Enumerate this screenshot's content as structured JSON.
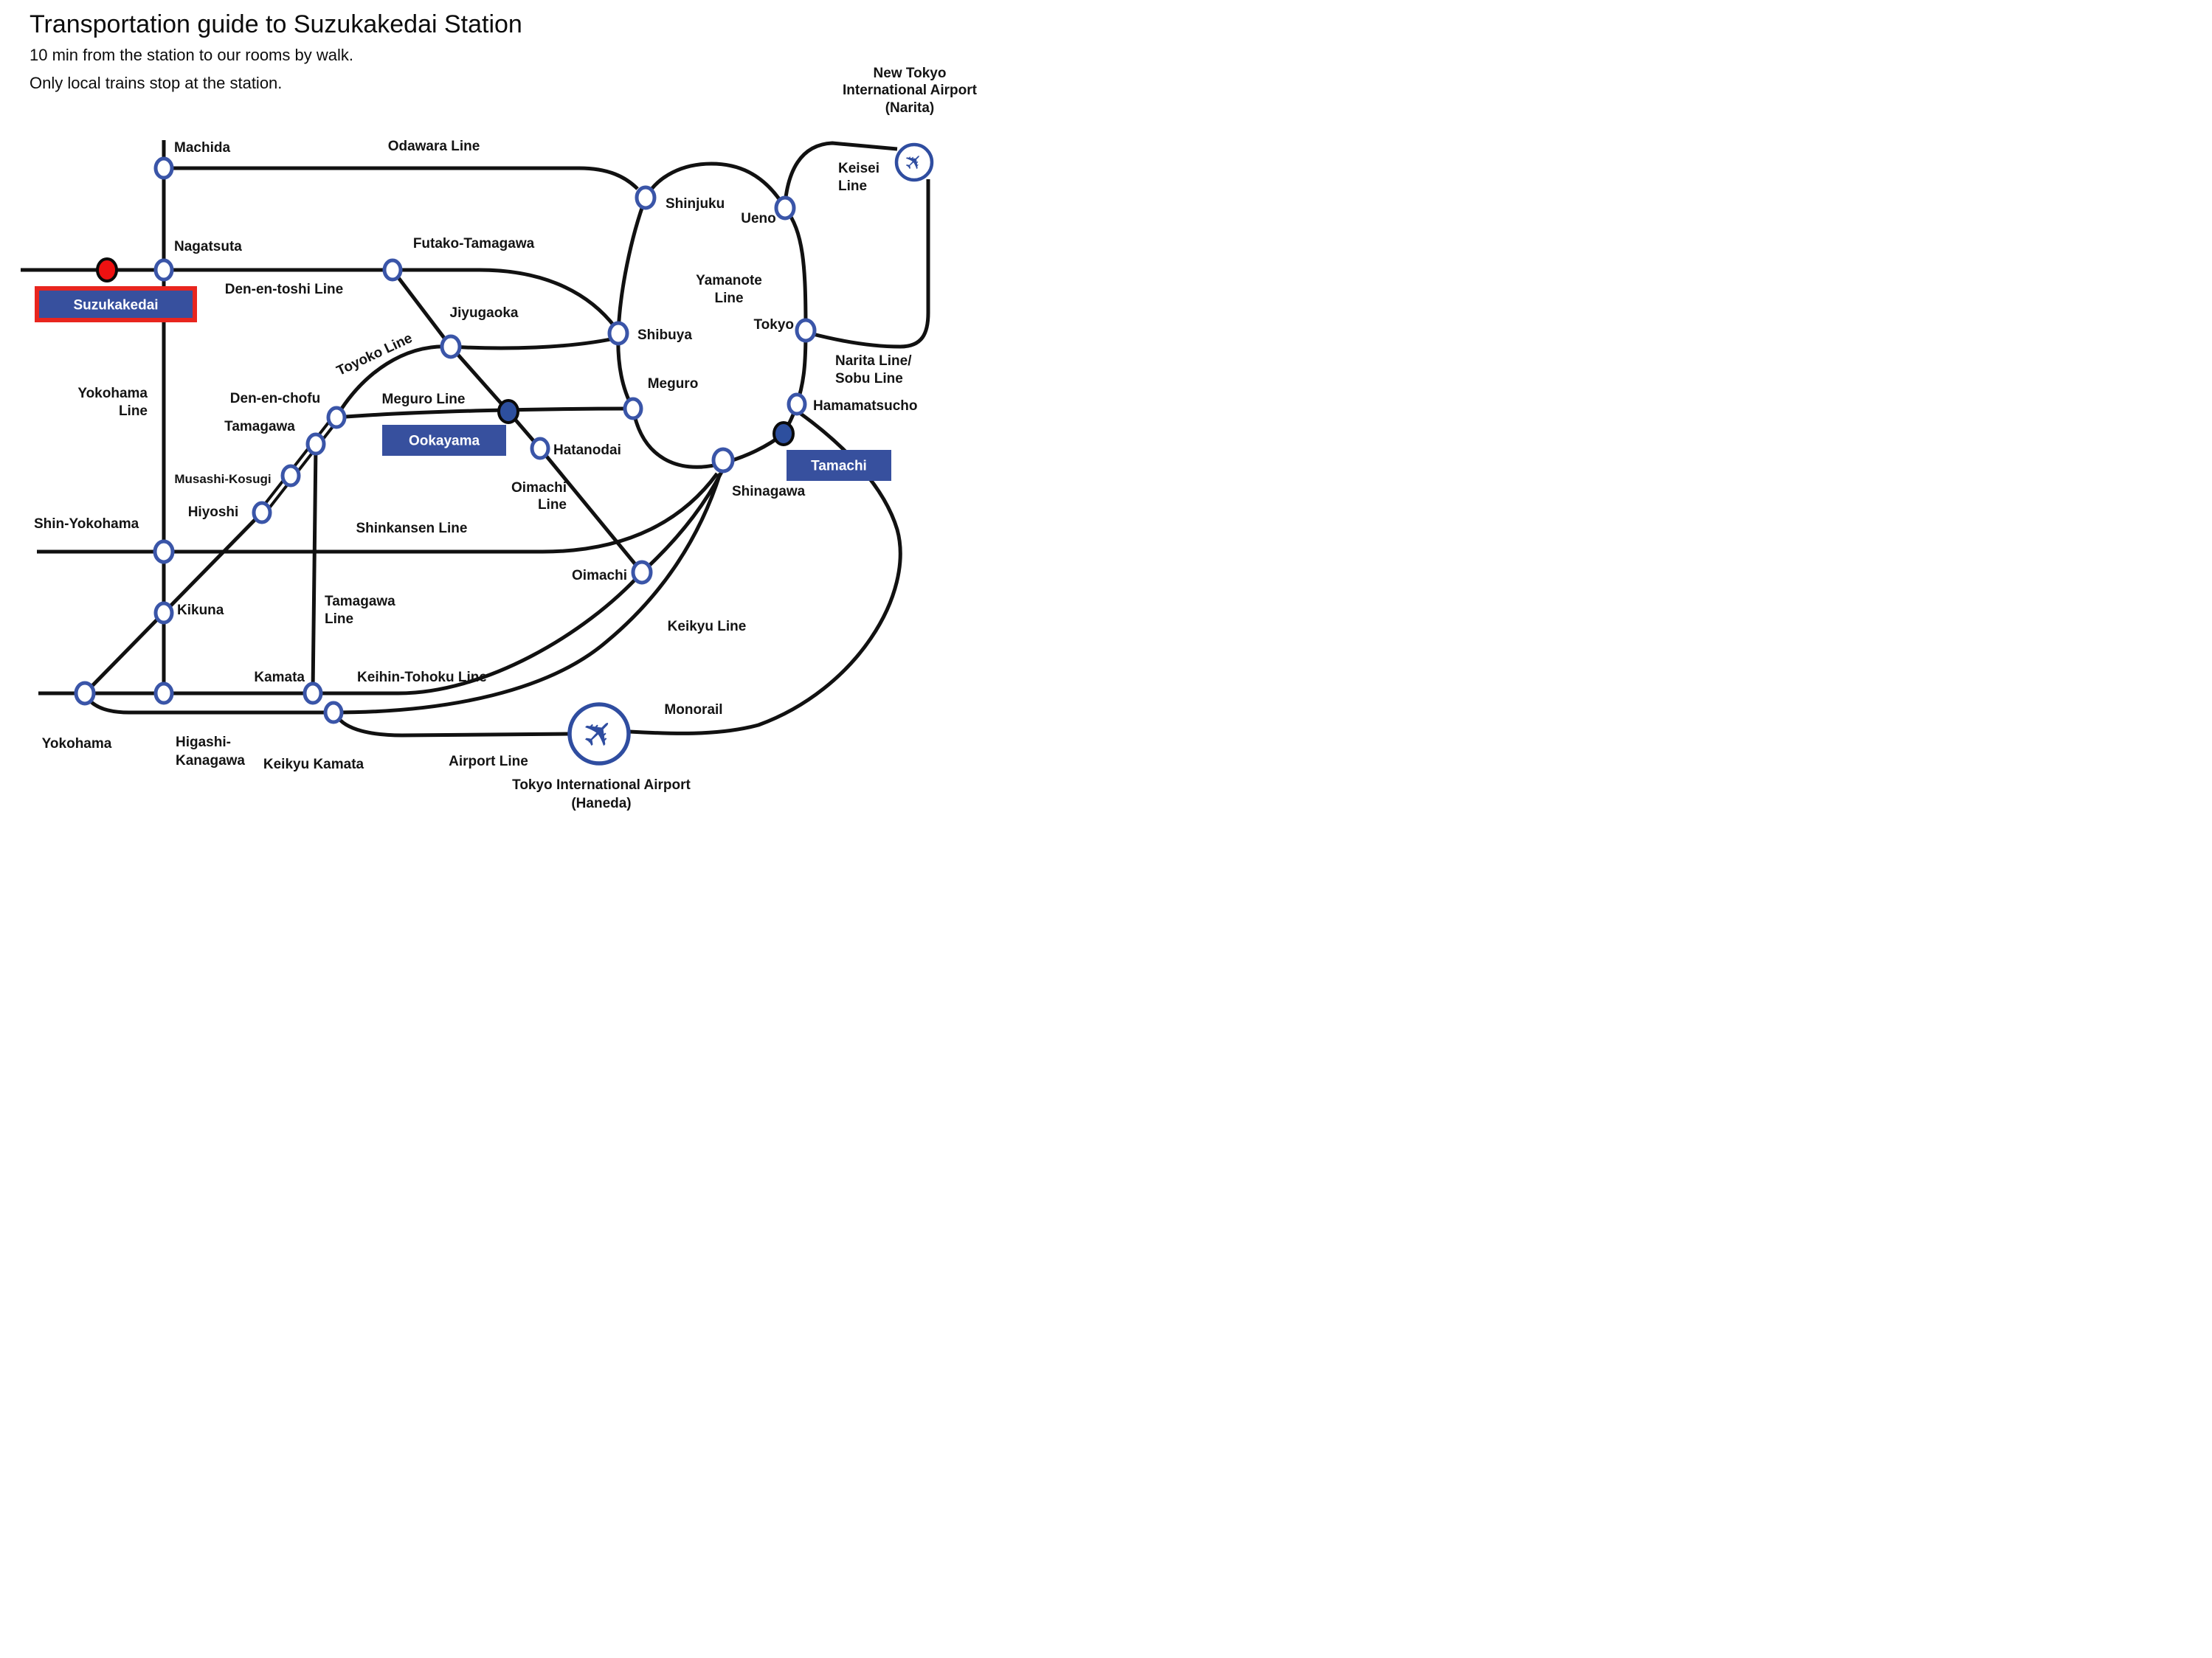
{
  "header": {
    "title": "Transportation guide to Suzukakedai Station",
    "subtitle1": "10 min from the station to our rooms by walk.",
    "subtitle2": "Only local trains stop at the station."
  },
  "map": {
    "colors": {
      "rail_line": "#111111",
      "station_ring_blue": "#3a55a8",
      "interchange_fill_navy": "#2d4f9e",
      "suzukakedai_dot_red": "#ee1111",
      "highlight_border_red": "#e8251e",
      "label_box_blue": "#37509e",
      "box_text_white": "#ffffff",
      "airport_blue": "#2f4da0"
    },
    "icons": {
      "plane_glyph": "✈"
    },
    "labels": {
      "machida": "Machida",
      "odawara_line": "Odawara Line",
      "nagatsuta": "Nagatsuta",
      "den_en_toshi_line": "Den-en-toshi Line",
      "suzukakedai": "Suzukakedai",
      "futako_tamagawa": "Futako-Tamagawa",
      "jiyugaoka": "Jiyugaoka",
      "toyoko_line": "Toyoko Line",
      "shibuya": "Shibuya",
      "shinjuku": "Shinjuku",
      "ueno": "Ueno",
      "yamanote_line_1": "Yamanote",
      "yamanote_line_2": "Line",
      "tokyo": "Tokyo",
      "keisei_line_1": "Keisei",
      "keisei_line_2": "Line",
      "narita_airport_1": "New Tokyo",
      "narita_airport_2": "International Airport",
      "narita_airport_3": "(Narita)",
      "narita_sobu_1": "Narita Line/",
      "narita_sobu_2": "Sobu Line",
      "hamamatsucho": "Hamamatsucho",
      "meguro": "Meguro",
      "meguro_line": "Meguro Line",
      "den_en_chofu": "Den-en-chofu",
      "tamagawa": "Tamagawa",
      "musashi_kosugi": "Musashi-Kosugi",
      "hiyoshi": "Hiyoshi",
      "yokohama_line_1": "Yokohama",
      "yokohama_line_2": "Line",
      "shin_yokohama": "Shin-Yokohama",
      "kikuna": "Kikuna",
      "shinkansen_line": "Shinkansen Line",
      "oimachi_line_1": "Oimachi",
      "oimachi_line_2": "Line",
      "oimachi": "Oimachi",
      "ookayama": "Ookayama",
      "hatanodai": "Hatanodai",
      "tamachi": "Tamachi",
      "shinagawa": "Shinagawa",
      "keikyu_line": "Keikyu Line",
      "monorail": "Monorail",
      "tamagawa_line_1": "Tamagawa",
      "tamagawa_line_2": "Line",
      "keihin_tohoku_line": "Keihin-Tohoku Line",
      "kamata": "Kamata",
      "keikyu_kamata": "Keikyu Kamata",
      "yokohama": "Yokohama",
      "higashi_kanagawa_1": "Higashi-",
      "higashi_kanagawa_2": "Kanagawa",
      "airport_line": "Airport Line",
      "haneda_airport_1": "Tokyo International Airport",
      "haneda_airport_2": "(Haneda)"
    }
  }
}
